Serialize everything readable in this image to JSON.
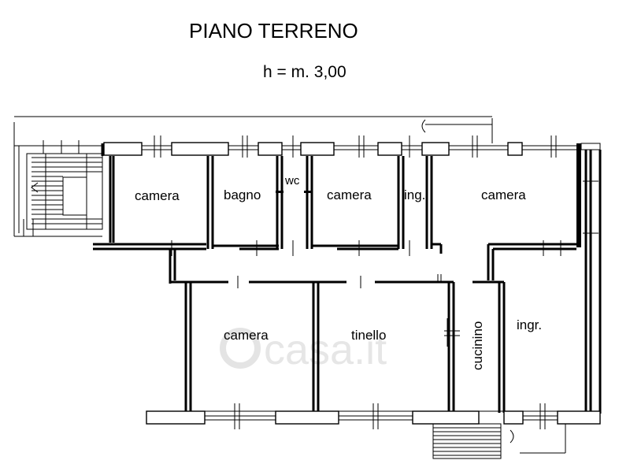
{
  "header": {
    "title": "PIANO TERRENO",
    "height_note": "h = m. 3,00"
  },
  "rooms": {
    "camera_1": "camera",
    "bagno": "bagno",
    "wc": "wc",
    "camera_2": "camera",
    "ing_small": "ing.",
    "camera_3": "camera",
    "camera_4": "camera",
    "tinello": "tinello",
    "cucinino": "cucinino",
    "ingr": "ingr."
  },
  "watermark": {
    "text": "casa.it"
  }
}
